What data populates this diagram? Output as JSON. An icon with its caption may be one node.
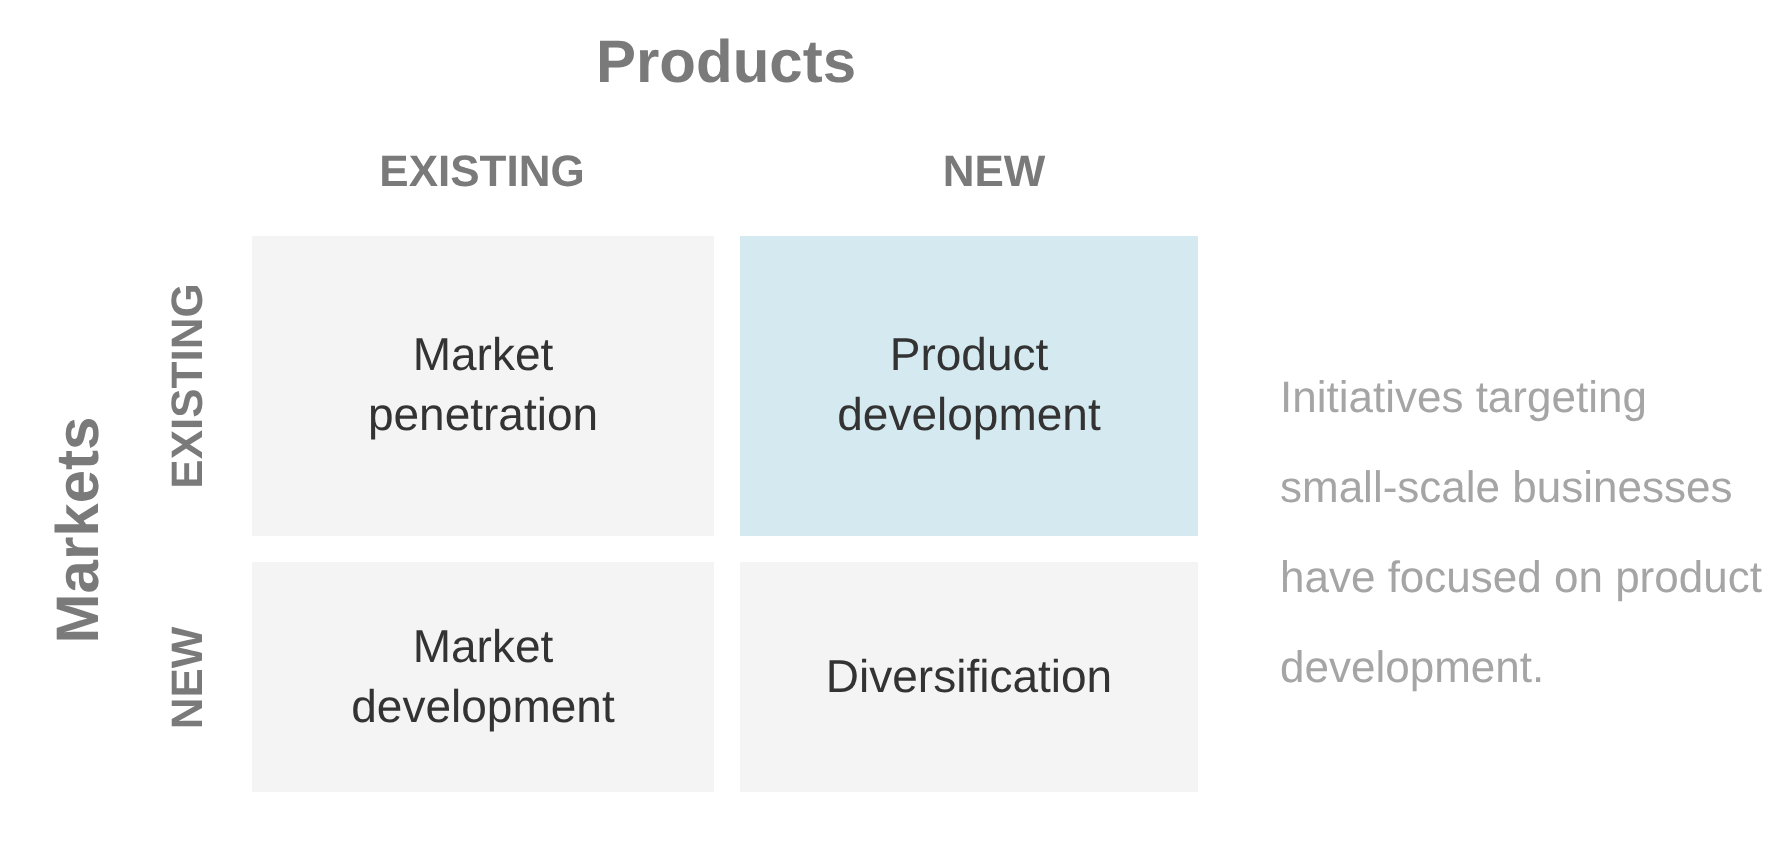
{
  "diagram": {
    "nodes": [
      {
        "text": [
          "Market penetration"
        ]
      },
      {
        "text": [
          "Product development"
        ]
      },
      {
        "text": [
          "Market development"
        ]
      },
      {
        "text": [
          "Diversification"
        ]
      }
    ],
    "labels": [
      "Products",
      "EXISTING",
      "NEW",
      "Markets",
      "EXISTING",
      "NEW",
      "Initiatives targeting small-scale businesses have focused on product development."
    ]
  }
}
